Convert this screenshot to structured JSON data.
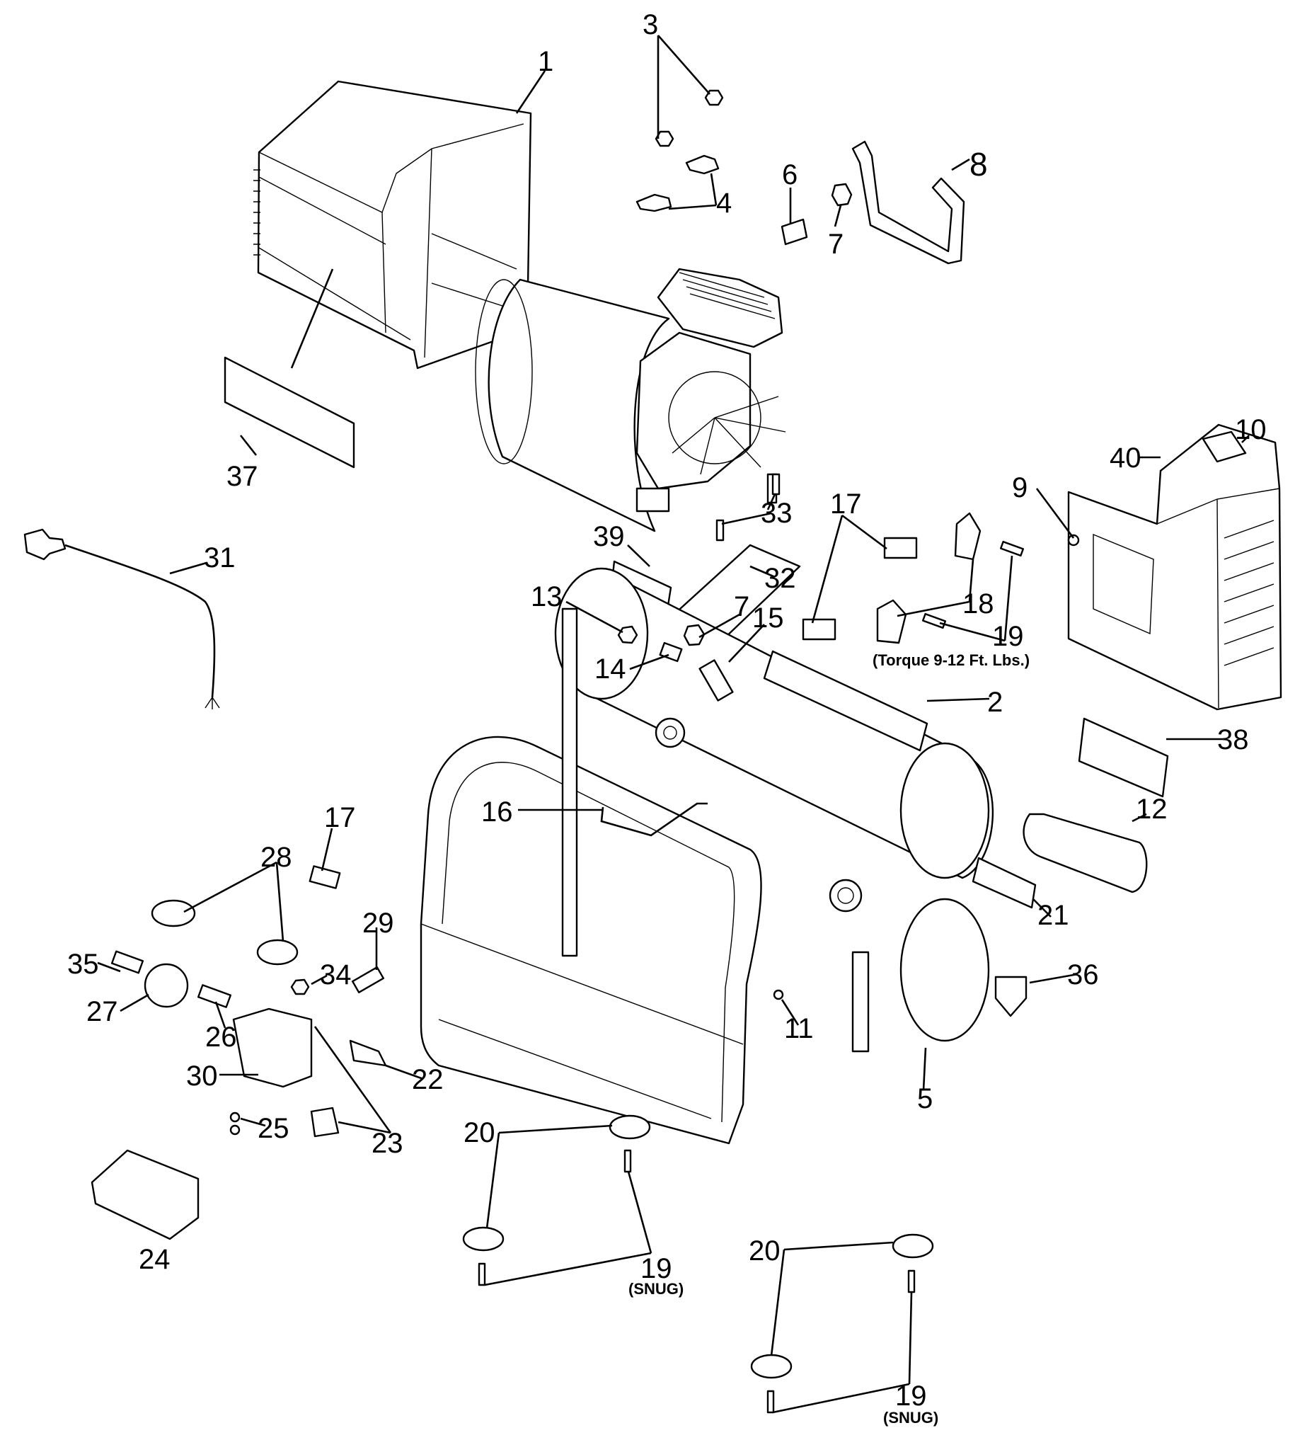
{
  "diagram": {
    "type": "exploded parts diagram",
    "subject": "Air compressor assembly",
    "callouts": [
      {
        "id": "c1",
        "label": "1"
      },
      {
        "id": "c2",
        "label": "2"
      },
      {
        "id": "c3",
        "label": "3"
      },
      {
        "id": "c4",
        "label": "4"
      },
      {
        "id": "c5",
        "label": "5"
      },
      {
        "id": "c6",
        "label": "6"
      },
      {
        "id": "c7a",
        "label": "7"
      },
      {
        "id": "c7b",
        "label": "7"
      },
      {
        "id": "c8",
        "label": "8"
      },
      {
        "id": "c9",
        "label": "9"
      },
      {
        "id": "c10",
        "label": "10"
      },
      {
        "id": "c11",
        "label": "11"
      },
      {
        "id": "c12",
        "label": "12"
      },
      {
        "id": "c13",
        "label": "13"
      },
      {
        "id": "c14",
        "label": "14"
      },
      {
        "id": "c15",
        "label": "15"
      },
      {
        "id": "c16",
        "label": "16"
      },
      {
        "id": "c17a",
        "label": "17"
      },
      {
        "id": "c17b",
        "label": "17"
      },
      {
        "id": "c18",
        "label": "18"
      },
      {
        "id": "c19a",
        "label": "19"
      },
      {
        "id": "c19b",
        "label": "19"
      },
      {
        "id": "c19c",
        "label": "19"
      },
      {
        "id": "c20a",
        "label": "20"
      },
      {
        "id": "c20b",
        "label": "20"
      },
      {
        "id": "c21",
        "label": "21"
      },
      {
        "id": "c22",
        "label": "22"
      },
      {
        "id": "c23",
        "label": "23"
      },
      {
        "id": "c24",
        "label": "24"
      },
      {
        "id": "c25",
        "label": "25"
      },
      {
        "id": "c26",
        "label": "26"
      },
      {
        "id": "c27",
        "label": "27"
      },
      {
        "id": "c28",
        "label": "28"
      },
      {
        "id": "c29",
        "label": "29"
      },
      {
        "id": "c30",
        "label": "30"
      },
      {
        "id": "c31",
        "label": "31"
      },
      {
        "id": "c32",
        "label": "32"
      },
      {
        "id": "c33",
        "label": "33"
      },
      {
        "id": "c34",
        "label": "34"
      },
      {
        "id": "c35",
        "label": "35"
      },
      {
        "id": "c36",
        "label": "36"
      },
      {
        "id": "c37",
        "label": "37"
      },
      {
        "id": "c38",
        "label": "38"
      },
      {
        "id": "c39",
        "label": "39"
      },
      {
        "id": "c40",
        "label": "40"
      }
    ],
    "notes": {
      "torque": "(Torque 9-12 Ft. Lbs.)",
      "snug_a": "(SNUG)",
      "snug_b": "(SNUG)"
    }
  }
}
